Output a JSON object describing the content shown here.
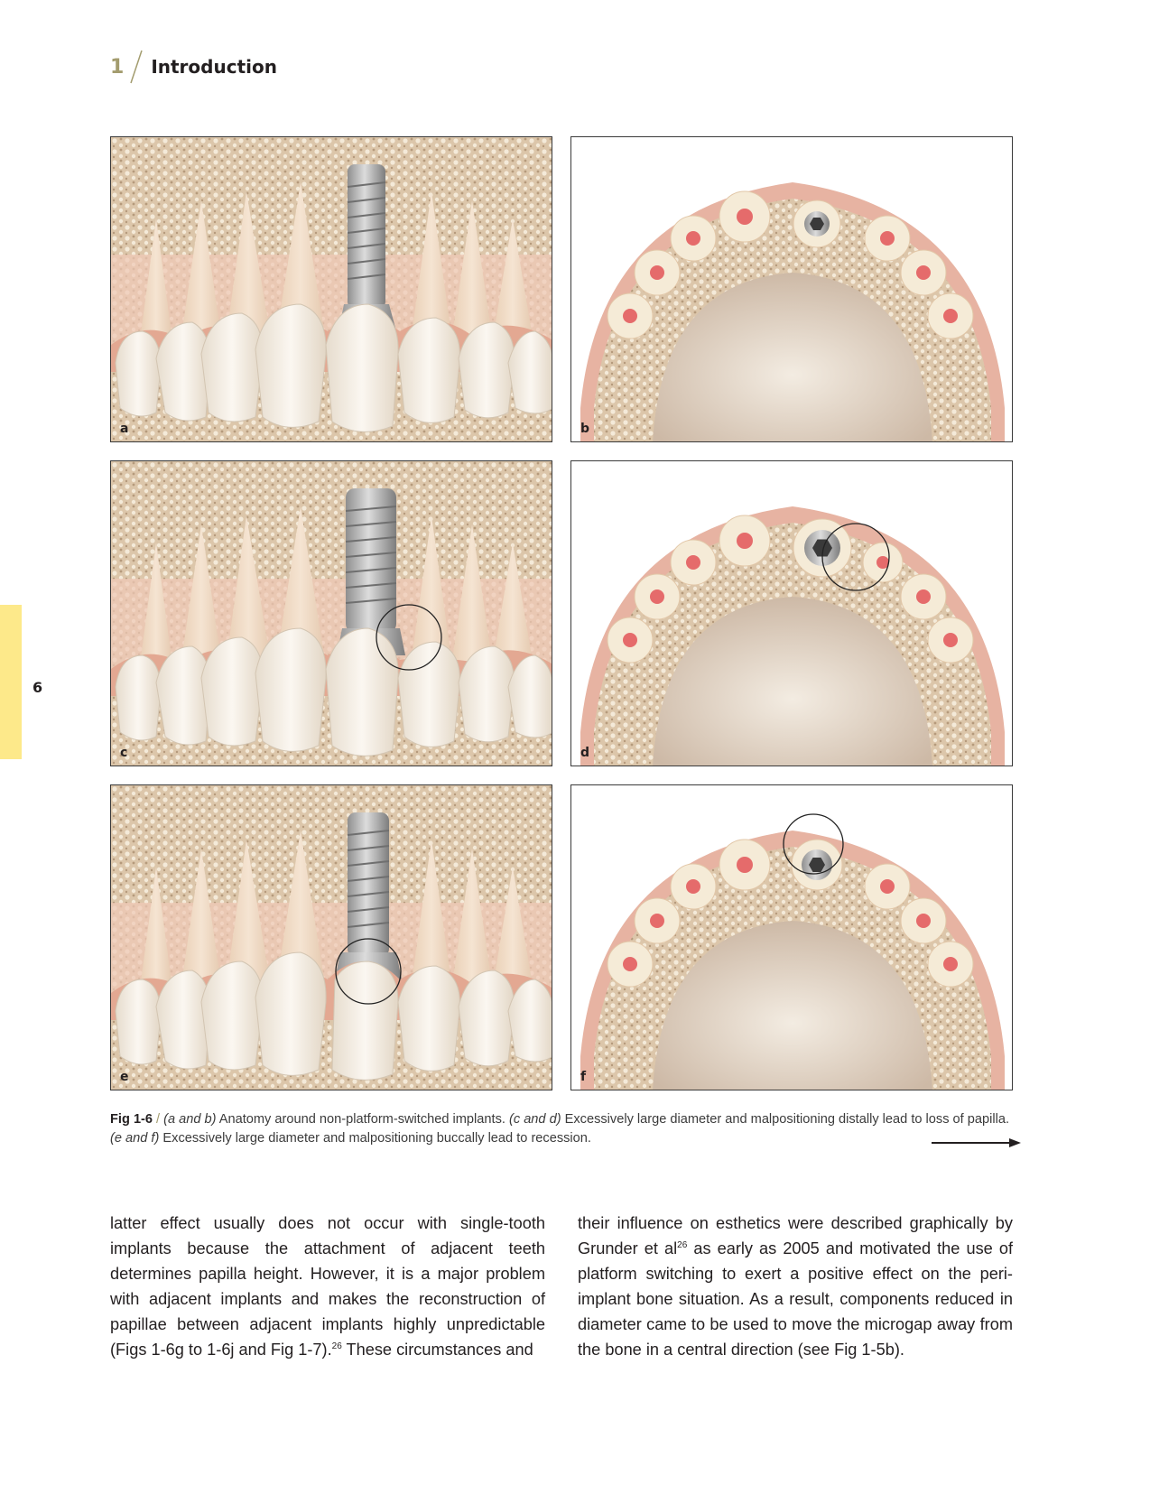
{
  "header": {
    "chapter_number": "1",
    "chapter_title": "Introduction"
  },
  "page_number": "6",
  "panels": [
    {
      "label": "a",
      "view": "frontal",
      "circle": "none"
    },
    {
      "label": "b",
      "view": "occlusal",
      "circle": "none"
    },
    {
      "label": "c",
      "view": "frontal",
      "circle": "distal"
    },
    {
      "label": "d",
      "view": "occlusal",
      "circle": "distal"
    },
    {
      "label": "e",
      "view": "frontal",
      "circle": "buccal"
    },
    {
      "label": "f",
      "view": "occlusal",
      "circle": "buccal"
    }
  ],
  "caption": {
    "fig_label": "Fig 1-6",
    "slash": "/",
    "part1_tag": "(a and b)",
    "part1_text": " Anatomy around non-platform-switched implants. ",
    "part2_tag": "(c and d)",
    "part2_text": " Excessively large diameter and malpositioning distally lead to loss of papilla. ",
    "part3_tag": "(e and f)",
    "part3_text": " Excessively large diameter and malpositioning buccally lead to recession."
  },
  "body": {
    "left_1": "latter effect usually does not occur with single-tooth implants because the attachment of adjacent teeth determines papilla height. However, it is a major problem with adjacent implants and makes the reconstruction of papillae between adjacent implants highly unpredictable (Figs 1-6g to 1-6j and Fig 1-7).",
    "left_ref": "26",
    "left_2": " These circumstances and",
    "right_1": "their influence on esthetics were described graphically by Grunder et al",
    "right_ref": "26",
    "right_2": " as early as 2005 and motivated the use of platform switching to exert a positive effect on the peri-implant bone situation. As a result, components reduced in diameter came to be used to move the microgap away from the bone in a central direction (see Fig 1-5b)."
  },
  "colors": {
    "accent_olive": "#a39c6e",
    "tab_yellow": "#fde98a",
    "gum": "#e9b4a4",
    "bone": "#d9c3a8",
    "enamel": "#f6f2ec"
  }
}
